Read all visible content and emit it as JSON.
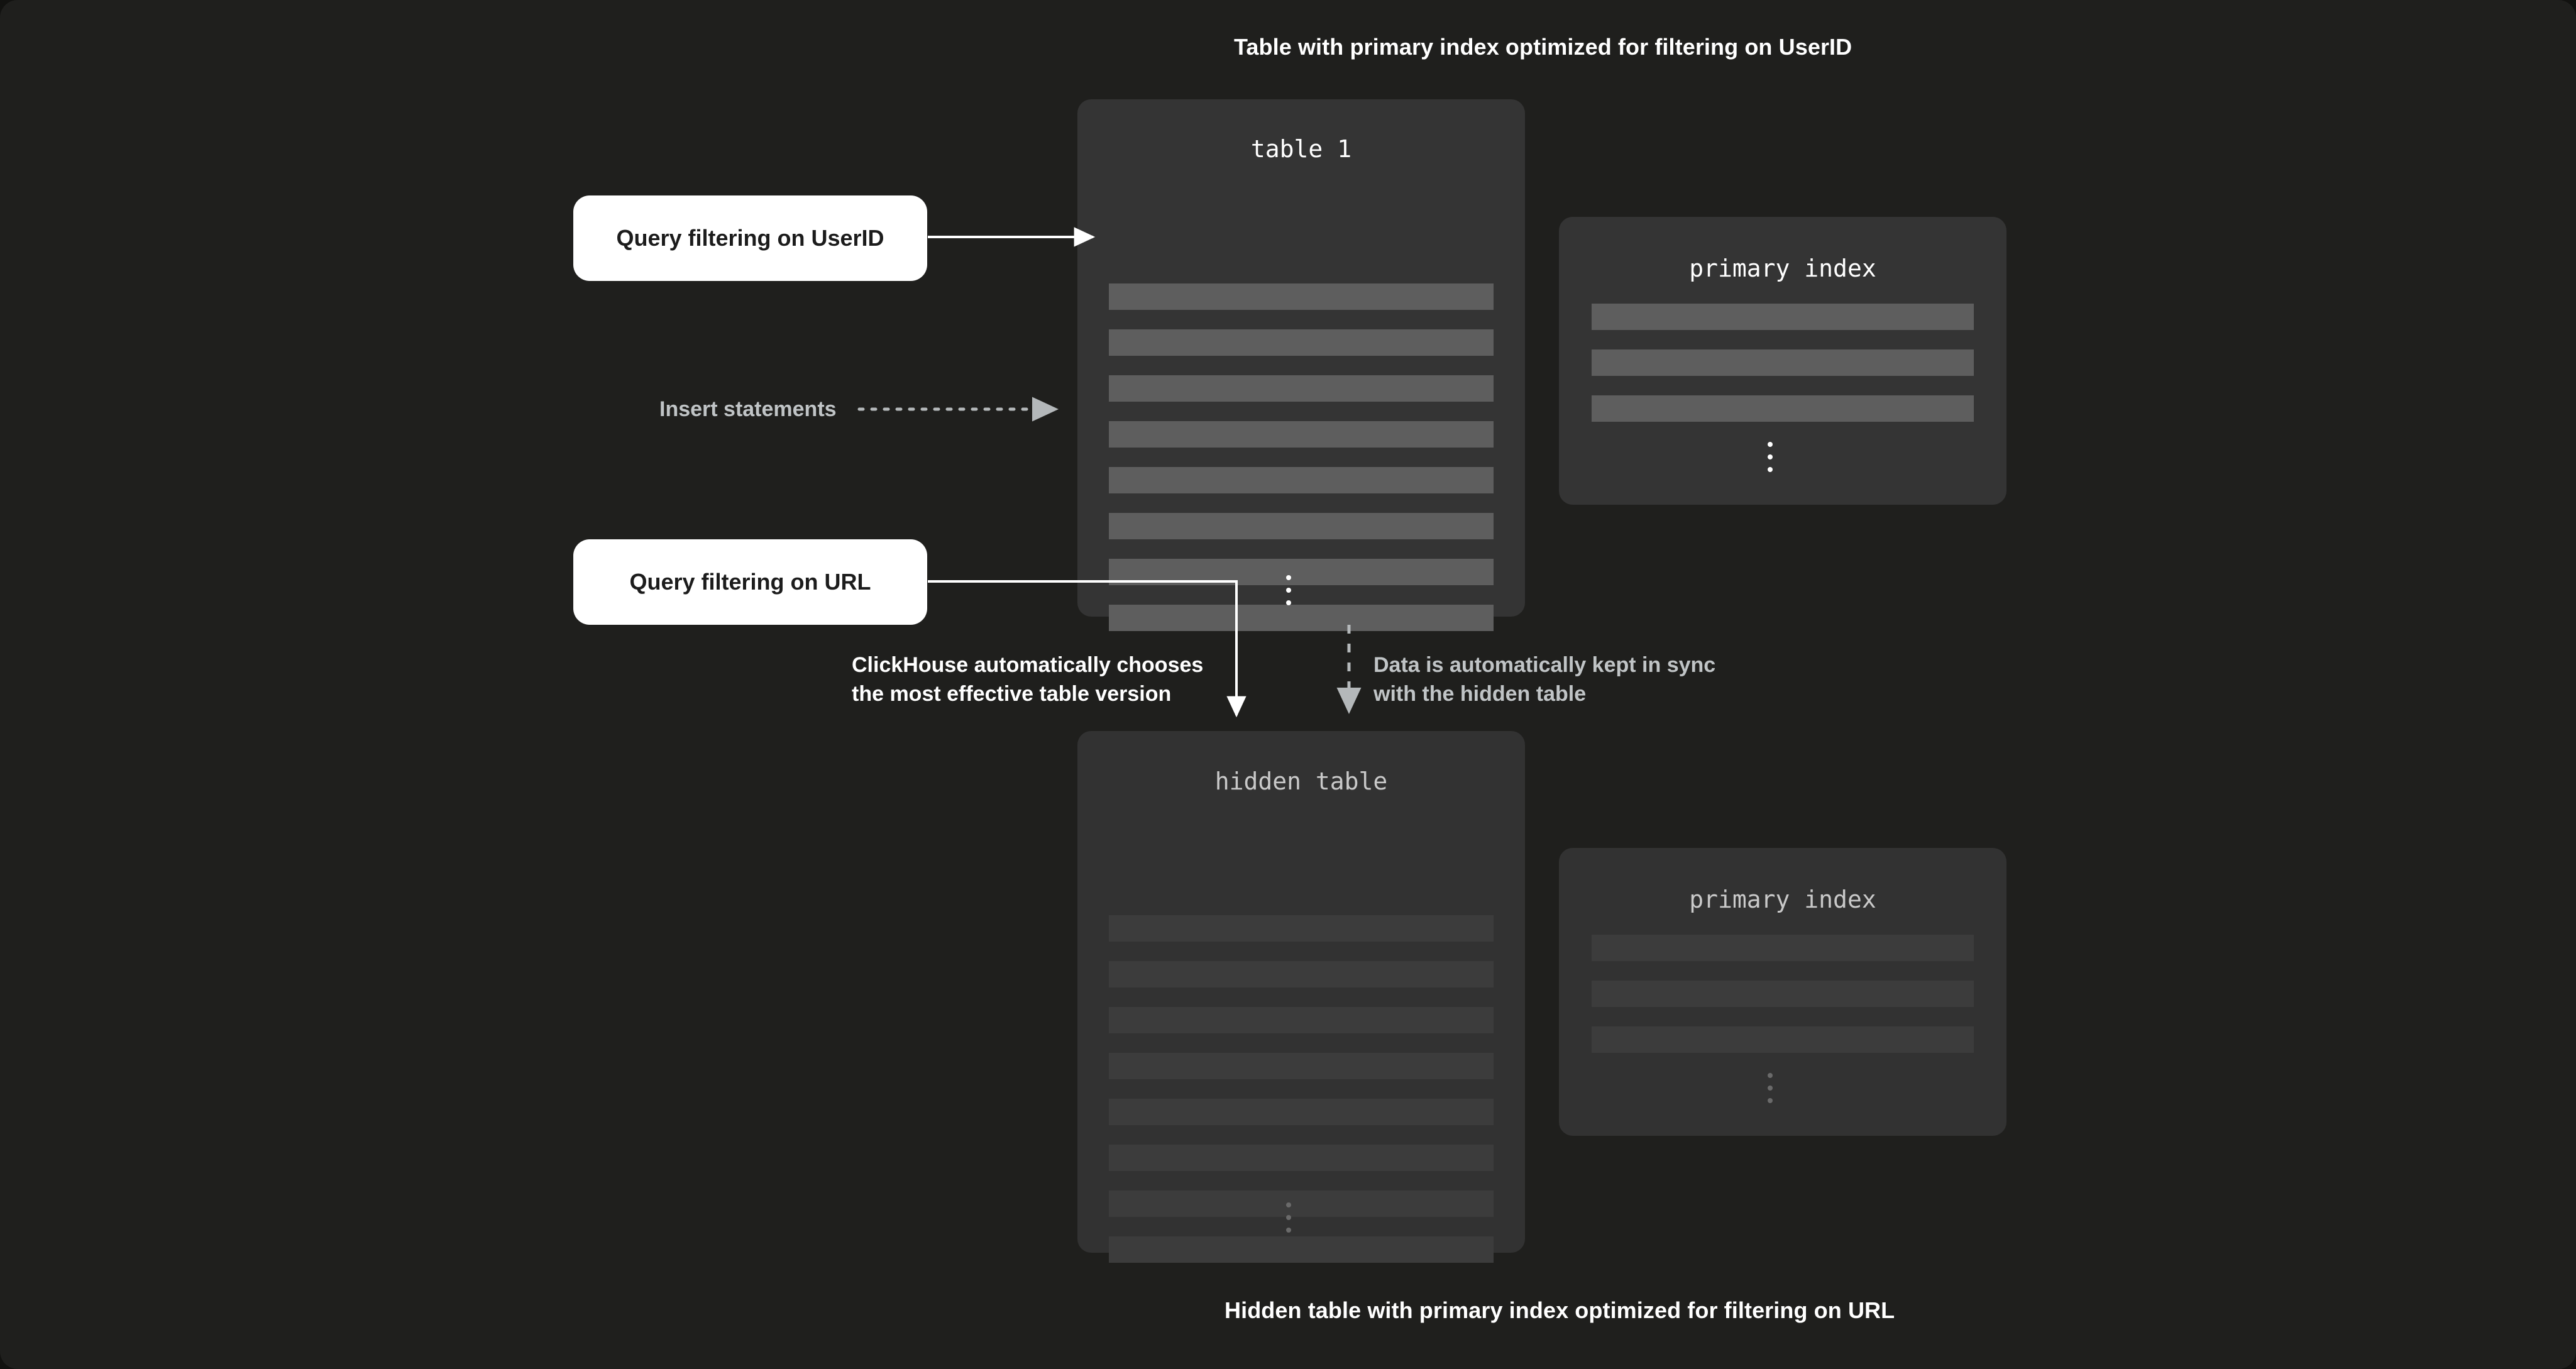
{
  "page": {
    "background_color": "#1f1f1d",
    "caption_top": "Table with primary index optimized for filtering on UserID",
    "caption_bottom": "Hidden table with primary index optimized for filtering on URL"
  },
  "colors": {
    "background": "#1f1f1d",
    "panel": "#343434",
    "panel_dim": "#323232",
    "row": "#5e5e5e",
    "row_dim": "#3c3c3c",
    "callout_bg": "#ffffff",
    "callout_text": "#1c1c1c",
    "label_gray": "#c0c4c6",
    "label_white": "#ffffff",
    "connector_white": "#ffffff",
    "connector_gray": "#b4b8ba"
  },
  "panels": {
    "table1": {
      "title": "table 1",
      "row_count": 8,
      "has_ellipsis": true,
      "dimmed": false
    },
    "index_top": {
      "title": "primary index",
      "row_count": 3,
      "has_ellipsis": true,
      "dimmed": false
    },
    "hidden_table": {
      "title": "hidden table",
      "row_count": 8,
      "has_ellipsis": true,
      "dimmed": true
    },
    "index_bottom": {
      "title": "primary index",
      "row_count": 3,
      "has_ellipsis": true,
      "dimmed": true
    }
  },
  "callouts": {
    "query_userid": "Query filtering on UserID",
    "query_url": "Query filtering on URL"
  },
  "labels": {
    "insert_statements": "Insert statements",
    "sync_note": "Data is automatically kept in sync\nwith the hidden table",
    "choose_note": "ClickHouse automatically chooses\nthe most effective table version"
  },
  "connectors": {
    "userid_to_table1": {
      "style": "solid",
      "color": "#ffffff",
      "arrow": "right"
    },
    "insert_to_table1": {
      "style": "dotted",
      "color": "#b4b8ba",
      "arrow": "right"
    },
    "url_to_hidden_table": {
      "style": "solid",
      "color": "#ffffff",
      "arrow": "down"
    },
    "table1_to_hidden_table": {
      "style": "dashed",
      "color": "#b4b8ba",
      "arrow": "down"
    }
  }
}
